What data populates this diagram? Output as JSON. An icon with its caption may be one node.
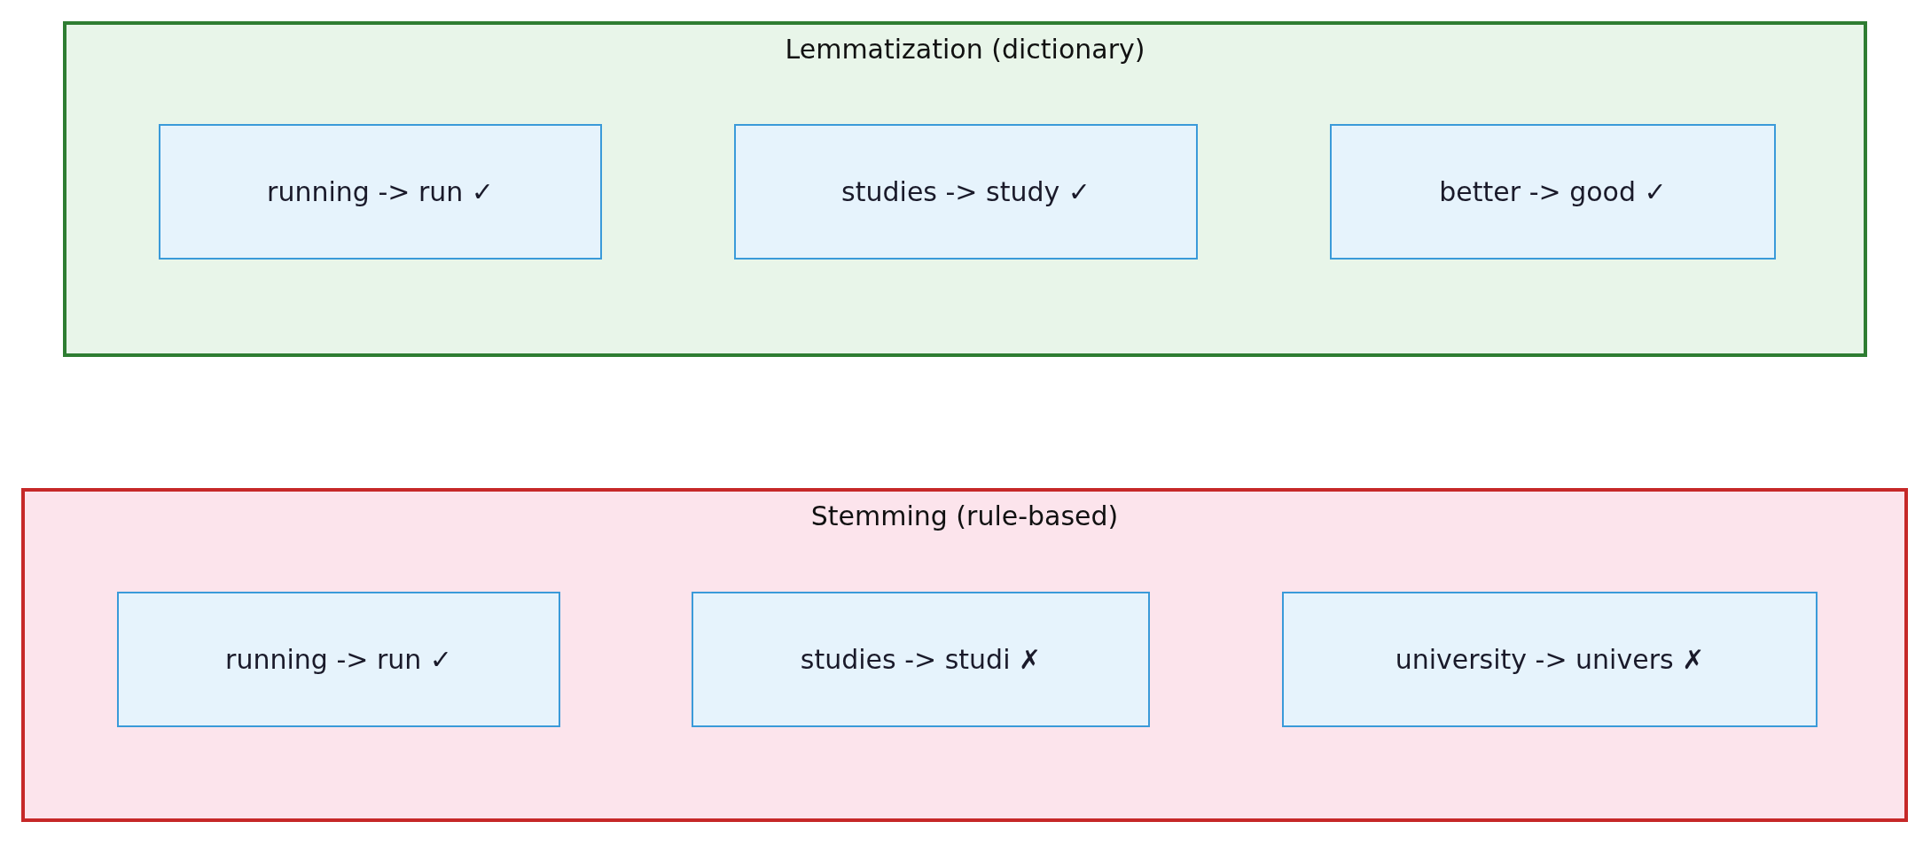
{
  "diagram": {
    "nodes": [
      {
        "text": [
          "Lemmatization (dictionary)"
        ]
      },
      {
        "text": [
          "running -> run ✓"
        ],
        "in": 0
      },
      {
        "text": [
          "studies -> study ✓"
        ],
        "in": 0
      },
      {
        "text": [
          "better -> good ✓"
        ],
        "in": 0
      },
      {
        "text": [
          "Stemming (rule-based)"
        ]
      },
      {
        "text": [
          "running -> run ✓"
        ],
        "in": 4
      },
      {
        "text": [
          "studies -> studi ✗"
        ],
        "in": 4
      },
      {
        "text": [
          "university -> univers ✗"
        ],
        "in": 4
      }
    ]
  }
}
